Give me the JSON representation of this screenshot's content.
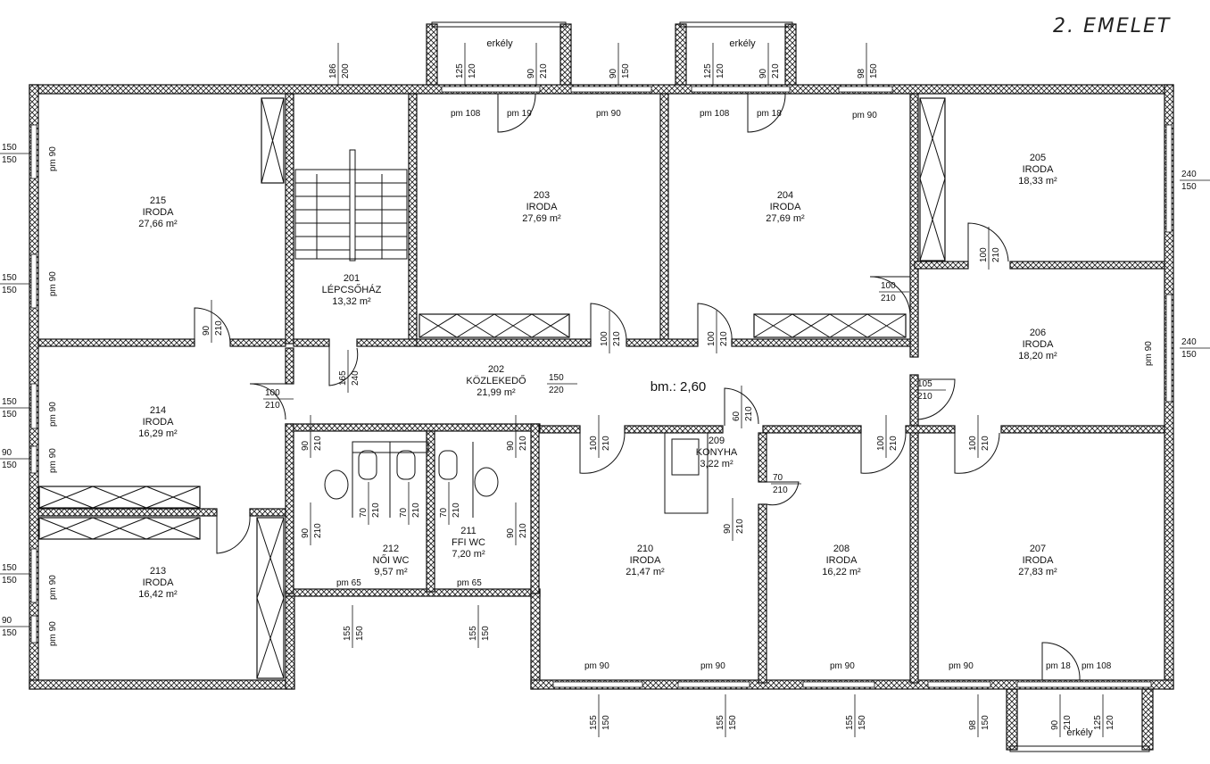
{
  "floor_title": "2. EMELET",
  "ceiling_height": "bm.: 2,60",
  "balcony_label": "erkély",
  "rooms": [
    {
      "number": "215",
      "name": "IRODA",
      "area": "27,66 m²"
    },
    {
      "number": "201",
      "name": "LÉPCSŐHÁZ",
      "area": "13,32 m²"
    },
    {
      "number": "203",
      "name": "IRODA",
      "area": "27,69 m²"
    },
    {
      "number": "204",
      "name": "IRODA",
      "area": "27,69 m²"
    },
    {
      "number": "205",
      "name": "IRODA",
      "area": "18,33 m²"
    },
    {
      "number": "206",
      "name": "IRODA",
      "area": "18,20 m²"
    },
    {
      "number": "202",
      "name": "KÖZLEKEDŐ",
      "area": "21,99 m²"
    },
    {
      "number": "214",
      "name": "IRODA",
      "area": "16,29 m²"
    },
    {
      "number": "213",
      "name": "IRODA",
      "area": "16,42 m²"
    },
    {
      "number": "212",
      "name": "NŐI WC",
      "area": "9,57 m²"
    },
    {
      "number": "211",
      "name": "FFI WC",
      "area": "7,20 m²"
    },
    {
      "number": "209",
      "name": "KONYHA",
      "area": "3,22 m²"
    },
    {
      "number": "210",
      "name": "IRODA",
      "area": "21,47 m²"
    },
    {
      "number": "208",
      "name": "IRODA",
      "area": "16,22 m²"
    },
    {
      "number": "207",
      "name": "IRODA",
      "area": "27,83 m²"
    }
  ],
  "dimensions": [
    [
      "186",
      "200"
    ],
    [
      "125",
      "120"
    ],
    [
      "90",
      "210"
    ],
    [
      "90",
      "150"
    ],
    [
      "125",
      "120"
    ],
    [
      "90",
      "210"
    ],
    [
      "98",
      "150"
    ],
    [
      "150",
      "150"
    ],
    [
      "150",
      "150"
    ],
    [
      "150",
      "150"
    ],
    [
      "90",
      "150"
    ],
    [
      "150",
      "150"
    ],
    [
      "90",
      "150"
    ],
    [
      "240",
      "150"
    ],
    [
      "240",
      "150"
    ],
    [
      "155",
      "150"
    ],
    [
      "155",
      "150"
    ],
    [
      "155",
      "150"
    ],
    [
      "155",
      "150"
    ],
    [
      "155",
      "150"
    ],
    [
      "98",
      "150"
    ],
    [
      "90",
      "210"
    ],
    [
      "125",
      "120"
    ],
    [
      "90",
      "210"
    ],
    [
      "100",
      "210"
    ],
    [
      "165",
      "240"
    ],
    [
      "100",
      "210"
    ],
    [
      "100",
      "210"
    ],
    [
      "100",
      "210"
    ],
    [
      "100",
      "210"
    ],
    [
      "105",
      "210"
    ],
    [
      "150",
      "220"
    ],
    [
      "60",
      "210"
    ],
    [
      "70",
      "210"
    ],
    [
      "90",
      "210"
    ],
    [
      "100",
      "210"
    ],
    [
      "100",
      "210"
    ],
    [
      "100",
      "210"
    ],
    [
      "90",
      "210"
    ],
    [
      "90",
      "210"
    ],
    [
      "90",
      "210"
    ],
    [
      "70",
      "210"
    ],
    [
      "70",
      "210"
    ],
    [
      "70",
      "210"
    ],
    [
      "90",
      "210"
    ],
    [
      "90",
      "210"
    ]
  ],
  "parapets": [
    "pm 108",
    "pm 19",
    "pm 90",
    "pm 108",
    "pm 18",
    "pm 90",
    "pm 65",
    "pm 65",
    "pm 90",
    "pm 90",
    "pm 90",
    "pm 90",
    "pm 18",
    "pm 108",
    "pm 90",
    "pm 90",
    "pm 90",
    "pm 90",
    "pm 90",
    "pm 90",
    "pm 90"
  ]
}
